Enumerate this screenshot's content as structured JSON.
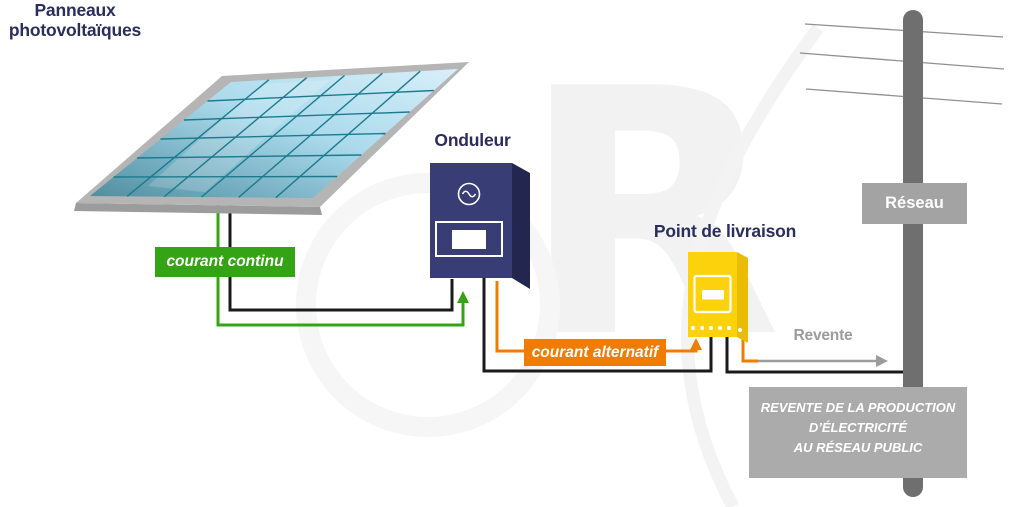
{
  "labels": {
    "panels": {
      "line1": "Panneaux",
      "line2": "photovoltaïques"
    },
    "inverter": "Onduleur",
    "delivery_point": "Point de livraison",
    "grid": "Réseau",
    "dc_current": "courant continu",
    "ac_current": "courant alternatif",
    "resale": "Revente",
    "info_box": {
      "line1": "REVENTE DE LA PRODUCTION",
      "line2": "D’ÉLECTRICITÉ",
      "line3": "AU RÉSEAU PUBLIC"
    }
  },
  "icons": {
    "inverter_symbol": "sine-wave-icon",
    "dc_flow": "up-arrow-icon",
    "ac_flow": "up-arrow-icon",
    "resale_flow": "right-arrow-icon"
  },
  "colors": {
    "dc_green": "#34A414",
    "ac_orange": "#F07C04",
    "navy_text": "#2B2E5C",
    "inverter_front": "#383D75",
    "inverter_side": "#232750",
    "meter_front": "#FCD20C",
    "meter_side": "#E9BC08",
    "grid_label_bg": "#A3A3A3",
    "info_box_bg": "#ABABAB",
    "pole_gray": "#6F6F6F",
    "power_line_gray": "#909090",
    "wire_black": "#1A1A1A",
    "resale_gray": "#9B9B9B",
    "panel_frame": "#B5B5B5",
    "panel_frame_shadow": "#9C9C9C",
    "panel_grid_line": "#1D7A8E"
  }
}
